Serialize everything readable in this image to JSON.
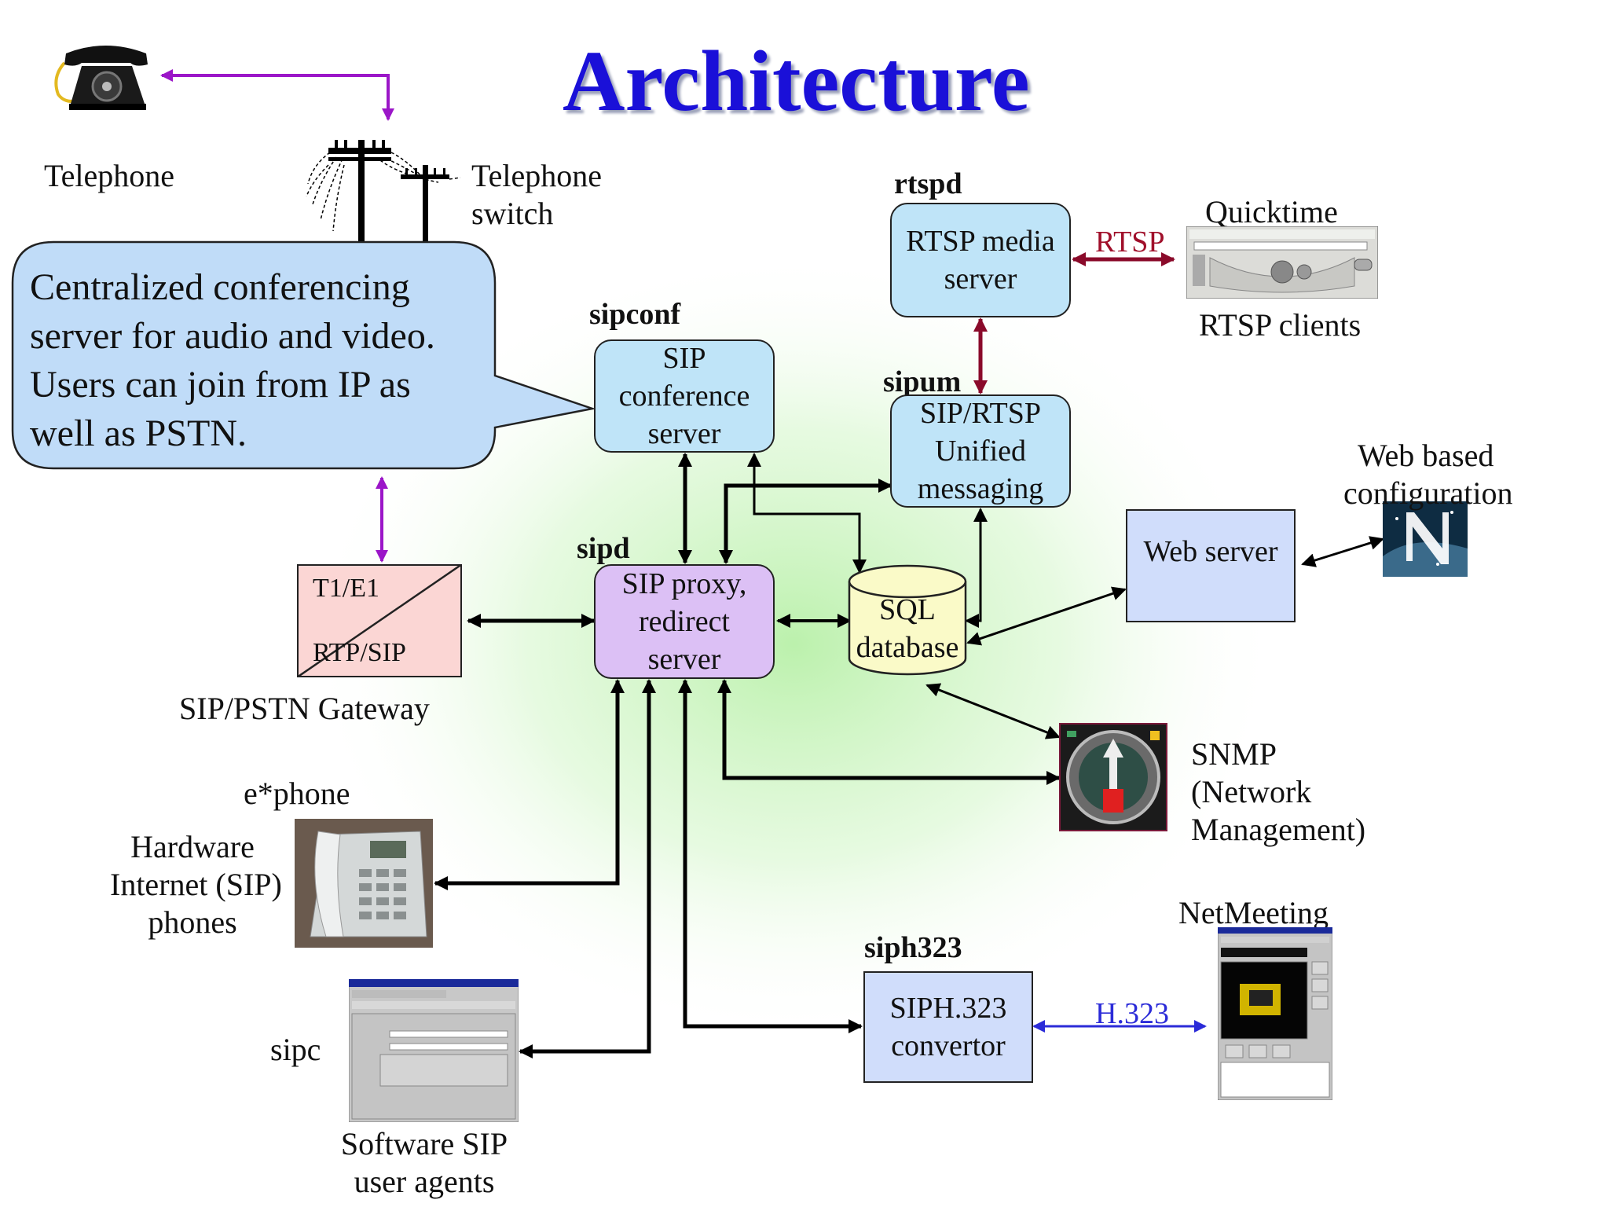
{
  "title": "Architecture",
  "colors": {
    "title": "#1a10d8",
    "purple_arrow": "#9b16c8",
    "rtsp_arrow": "#8a0a2a",
    "h323_arrow": "#2b2bd8",
    "box_blue": "#bfe4f8",
    "box_violet": "#dcc0f5",
    "box_lavender": "#d0ddfb",
    "db_yellow": "#fafac8",
    "gateway_pink": "#fbd6d4"
  },
  "callout": {
    "lines": [
      "Centralized conferencing",
      "server for audio and video.",
      "Users can join from IP as",
      "well as PSTN."
    ]
  },
  "labels": {
    "telephone": "Telephone",
    "telephone_switch": [
      "Telephone",
      "switch"
    ],
    "rtspd": "rtspd",
    "sipconf": "sipconf",
    "sipum": "sipum",
    "sipd": "sipd",
    "siph323": "siph323",
    "quicktime": "Quicktime",
    "rtsp": "RTSP",
    "rtsp_clients": "RTSP clients",
    "web_based_config": [
      "Web based",
      "configuration"
    ],
    "gateway_top": "T1/E1",
    "gateway_bottom": "RTP/SIP",
    "sip_pstn_gateway": "SIP/PSTN Gateway",
    "ephone": "e*phone",
    "hardware_phones": [
      "Hardware",
      "Internet (SIP)",
      "phones"
    ],
    "snmp": [
      "SNMP",
      "(Network",
      "Management)"
    ],
    "netmeeting": "NetMeeting",
    "h323": "H.323",
    "sipc": "sipc",
    "software_sip": [
      "Software SIP",
      "user agents"
    ]
  },
  "boxes": {
    "rtsp_server": [
      "RTSP media",
      "server"
    ],
    "sip_conference": [
      "SIP",
      "conference",
      "server"
    ],
    "sip_rtsp_um": [
      "SIP/RTSP",
      "Unified",
      "messaging"
    ],
    "sip_proxy": [
      "SIP proxy,",
      "redirect",
      "server"
    ],
    "sql_db": [
      "SQL",
      "database"
    ],
    "web_server": "Web server",
    "siph323_conv": [
      "SIPH.323",
      "convertor"
    ]
  },
  "icons": {
    "telephone": "rotary-telephone-icon",
    "poles": "telephone-poles-icon",
    "quicktime": "quicktime-player-icon",
    "netscape": "netscape-n-icon",
    "snmp": "snmp-gauge-icon",
    "ephone": "desk-phone-icon",
    "sipc": "sipc-window-icon",
    "netmeeting": "netmeeting-window-icon"
  }
}
